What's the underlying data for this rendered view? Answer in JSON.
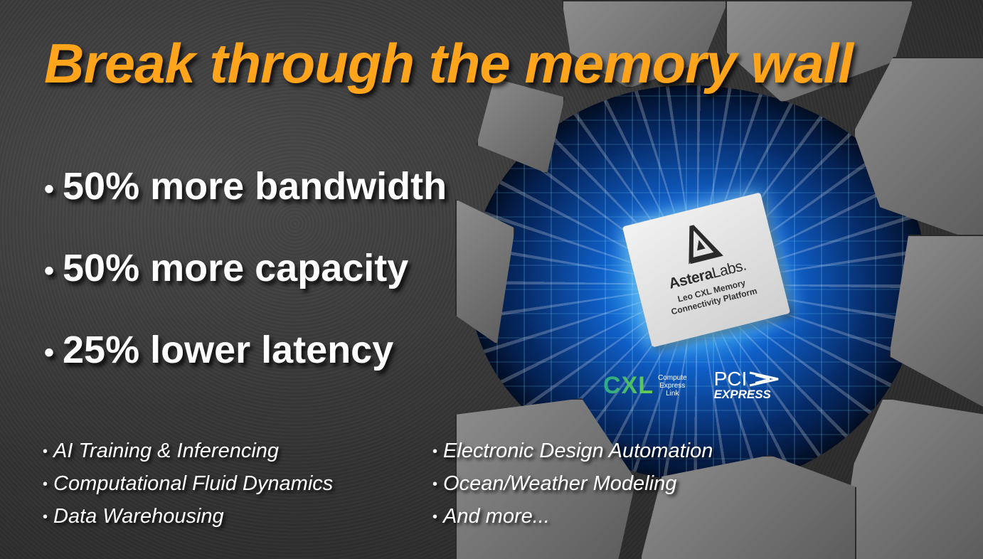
{
  "slide": {
    "title": "Break through the memory wall",
    "colors": {
      "title": "#ffa41b",
      "text": "#ffffff",
      "background": "#333333",
      "tunnel": "#0f5fc8"
    },
    "bullet_glyph": "•",
    "benefits": [
      "50% more bandwidth",
      "50% more capacity",
      "25% lower latency"
    ],
    "use_cases": {
      "column1": [
        "AI Training & Inferencing",
        "Computational Fluid Dynamics",
        "Data Warehousing"
      ],
      "column2": [
        "Electronic Design Automation",
        "Ocean/Weather Modeling",
        "And more..."
      ]
    },
    "chip": {
      "logo_icon": "astera-labs-triangle-icon",
      "brand_bold": "Astera",
      "brand_light": "Labs.",
      "product_line1": "Leo CXL Memory",
      "product_line2": "Connectivity Platform"
    },
    "logos": {
      "cxl_mark": "CXL",
      "cxl_text_line1": "Compute",
      "cxl_text_line2": "Express",
      "cxl_text_line3": "Link",
      "pcie_top": "PCI",
      "pcie_bottom": "EXPRESS"
    }
  }
}
